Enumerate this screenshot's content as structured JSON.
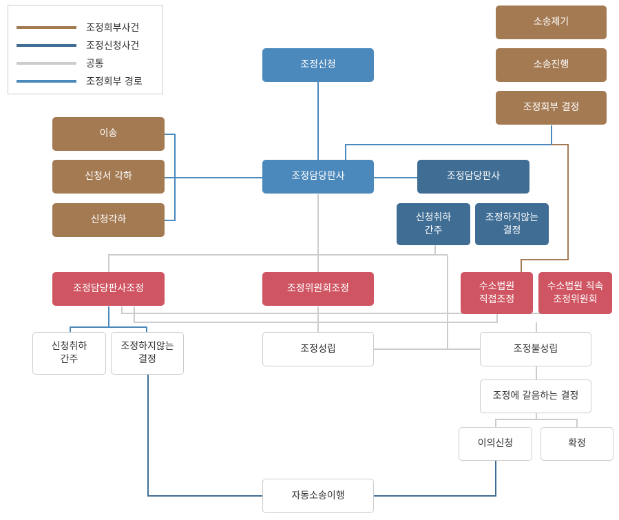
{
  "legend": {
    "items": [
      {
        "label": "조정회부사건",
        "color": "#a47a53"
      },
      {
        "label": "조정신청사건",
        "color": "#3f6d94"
      },
      {
        "label": "공통",
        "color": "#cccccc"
      },
      {
        "label": "조정회부 경로",
        "color": "#4b88bb"
      }
    ]
  },
  "nodes": {
    "lawsuit_filed": "소송제기",
    "lawsuit_proceed": "소송진행",
    "referral_decision": "조정회부 결정",
    "apply": "조정신청",
    "transfer": "이송",
    "petition_reject": "신청서 각하",
    "apply_reject": "신청각하",
    "judge_main": "조정담당판사",
    "judge_right": "조정담당판사",
    "withdraw_right": "신청취하\n간주",
    "no_mediation_right": "조정하지않는\n결정",
    "judge_mediation": "조정담당판사조정",
    "committee_mediation": "조정위원회조정",
    "court_direct": "수소법원\n직접조정",
    "court_committee": "수소법원 직속\n조정위원회",
    "withdraw_left": "신청취하\n간주",
    "no_mediation_left": "조정하지않는\n결정",
    "settled": "조정성립",
    "not_settled": "조정불성립",
    "equiv_decision": "조정에 갈음하는 결정",
    "objection": "이의신청",
    "final": "확정",
    "litigation": "자동소송이행"
  },
  "colors": {
    "referred": "#a47a53",
    "applied": "#3f6d94",
    "common": "#cccccc",
    "referral_path": "#4b88bb",
    "mediation": "#cf5562"
  }
}
